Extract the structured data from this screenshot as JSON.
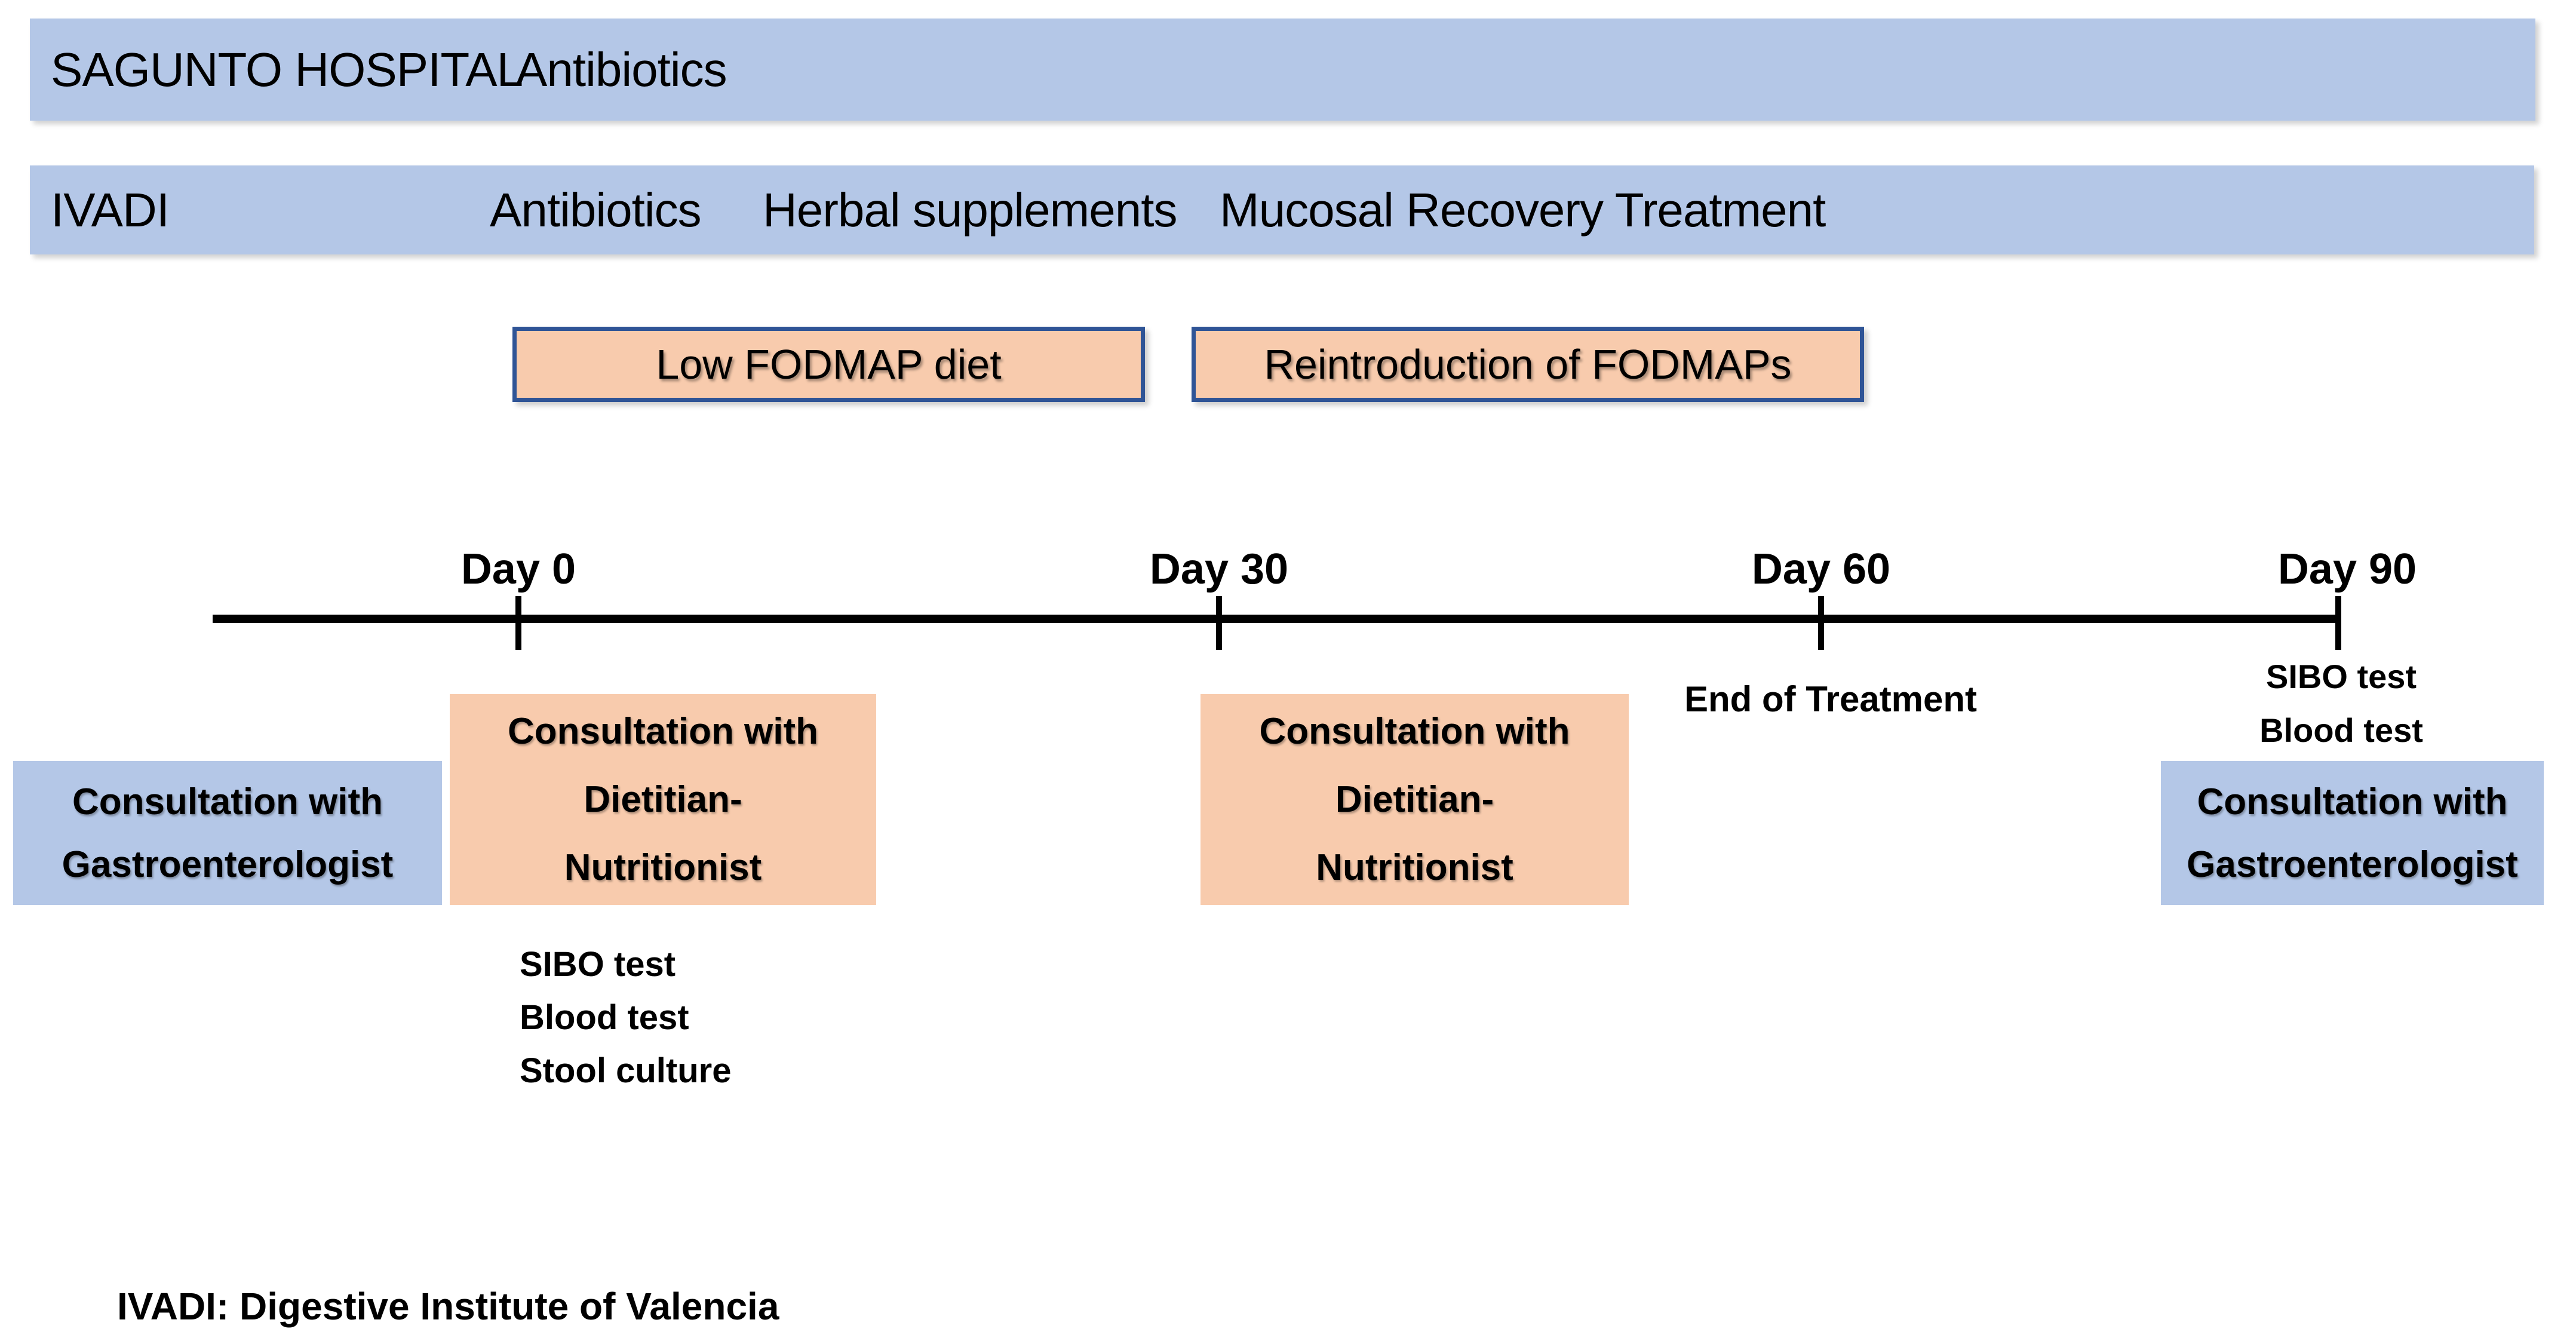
{
  "colors": {
    "phase_bar_blue": "#B4C7E7",
    "event_peach": "#F8CBAD",
    "fodmap_border_blue": "#2F5496",
    "timeline_black": "#000000"
  },
  "bars": {
    "hospital": {
      "label": "SAGUNTO HOSPITAL",
      "treatment": "Antibiotics"
    },
    "ivadi": {
      "label": "IVADI",
      "treatments": [
        "Antibiotics",
        "Herbal supplements",
        "Mucosal Recovery Treatment"
      ]
    }
  },
  "diet_phases": [
    {
      "label": "Low FODMAP diet"
    },
    {
      "label": "Reintroduction of FODMAPs"
    }
  ],
  "timeline": {
    "ticks": [
      {
        "label": "Day 0"
      },
      {
        "label": "Day 30"
      },
      {
        "label": "Day 60"
      },
      {
        "label": "Day 90"
      }
    ],
    "end_note": "End of Treatment",
    "day90_tests": [
      "SIBO test",
      "Blood test"
    ]
  },
  "events": {
    "gastro_initial": {
      "lines": [
        "Consultation with",
        "Gastroenterologist"
      ]
    },
    "dietitian_day0": {
      "lines": [
        "Consultation with",
        "Dietitian-",
        "Nutritionist"
      ]
    },
    "day0_tests": [
      "SIBO test",
      "Blood test",
      "Stool culture"
    ],
    "dietitian_day30": {
      "lines": [
        "Consultation with",
        "Dietitian-",
        "Nutritionist"
      ]
    },
    "gastro_day90": {
      "lines": [
        "Consultation with",
        "Gastroenterologist"
      ]
    }
  },
  "footnote": "IVADI: Digestive Institute of Valencia"
}
